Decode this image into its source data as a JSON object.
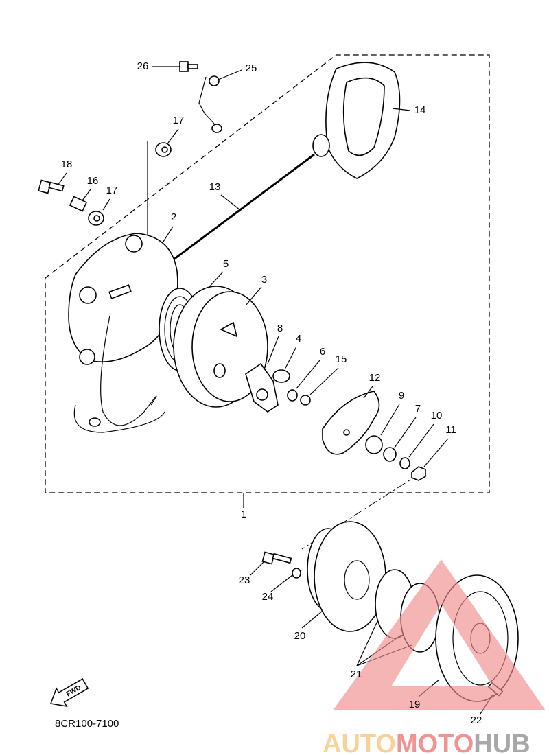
{
  "diagram": {
    "part_labels": {
      "p26": "26",
      "p25": "25",
      "p14": "14",
      "p17a": "17",
      "p18": "18",
      "p16": "16",
      "p17b": "17",
      "p13": "13",
      "p2": "2",
      "p5": "5",
      "p3": "3",
      "p8": "8",
      "p4": "4",
      "p6": "6",
      "p15": "15",
      "p12": "12",
      "p9": "9",
      "p7": "7",
      "p10": "10",
      "p11": "11",
      "p1": "1",
      "p23": "23",
      "p24": "24",
      "p20": "20",
      "p21": "21",
      "p19": "19",
      "p22": "22"
    },
    "fwd_label": "FWD",
    "drawing_code": "8CR100-7100"
  },
  "watermark": {
    "auto": "AUTO",
    "moto": "MOTO",
    "hub": "HUB",
    "colors": {
      "auto": "#f9c98a",
      "moto": "#f08080",
      "hub": "#9a9a9a",
      "triangle": "#f28b8b"
    }
  }
}
